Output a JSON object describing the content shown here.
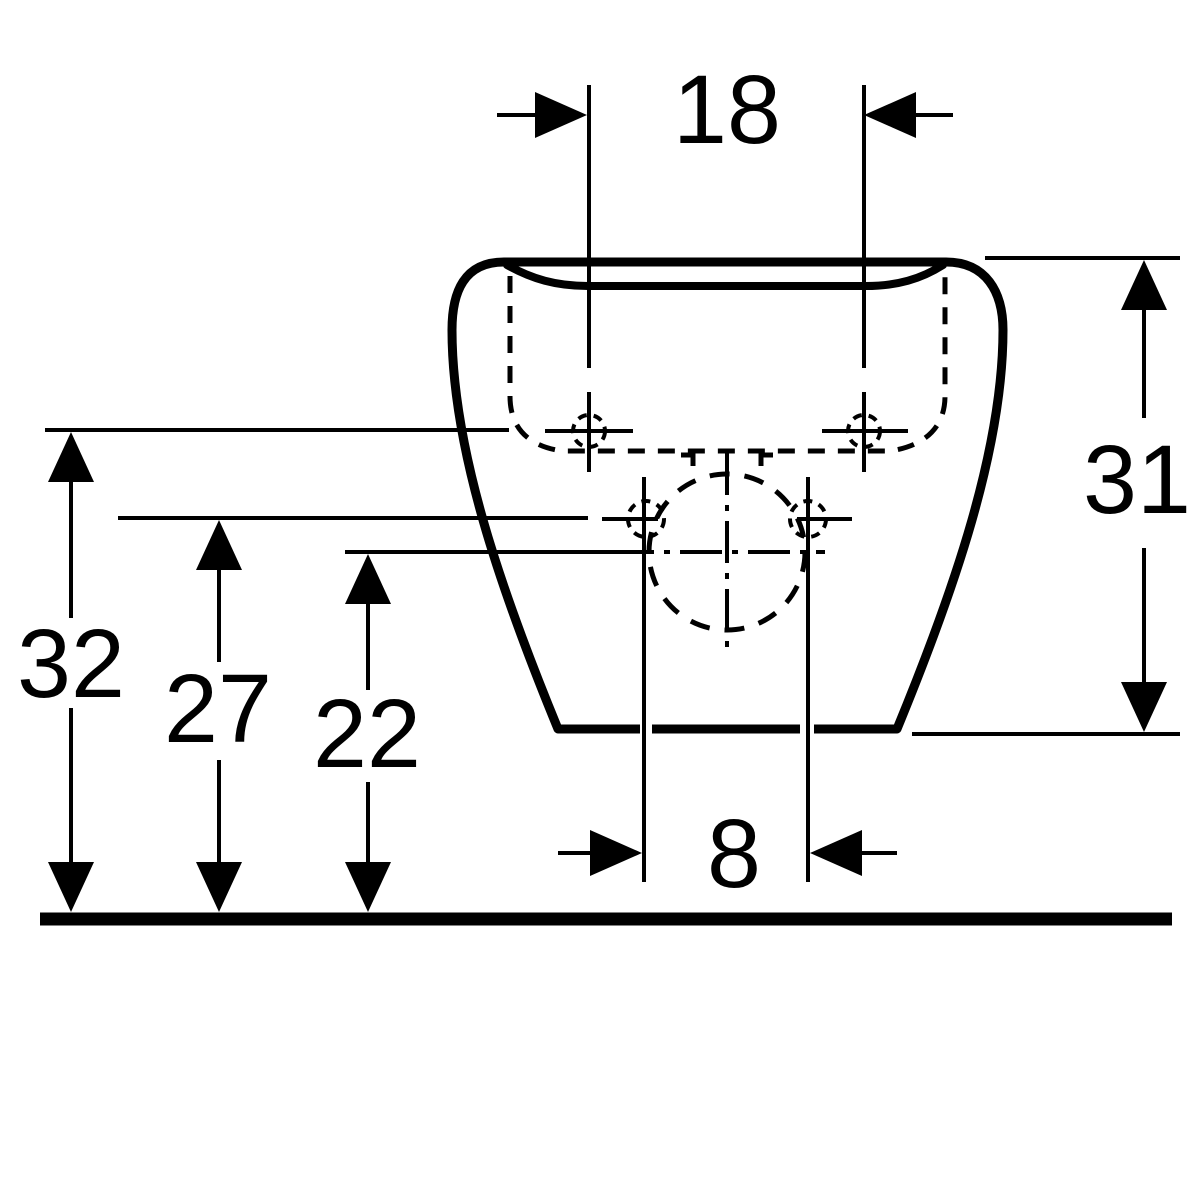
{
  "page": {
    "background_color": "#ffffff",
    "line_color": "#000000"
  },
  "drawing": {
    "dimension_labels": {
      "top_width": "18",
      "height_right": "31",
      "height_outer_left": "32",
      "height_mid_left": "27",
      "height_inner_left": "22",
      "bottom_width": "8"
    }
  }
}
